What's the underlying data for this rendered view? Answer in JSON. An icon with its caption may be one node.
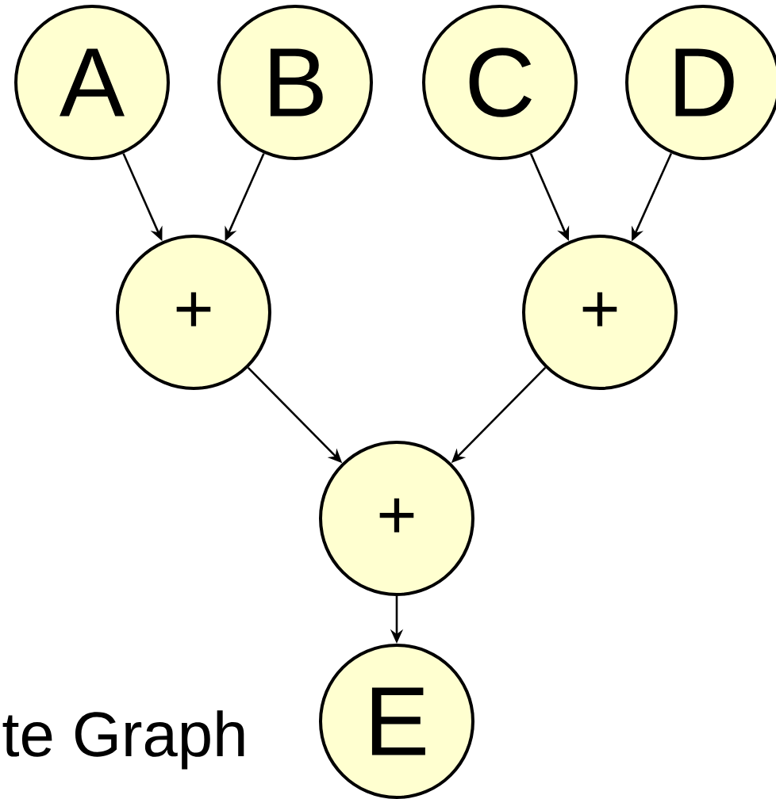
{
  "diagram": {
    "nodes": [
      {
        "text": [
          "A"
        ]
      },
      {
        "text": [
          "B"
        ]
      },
      {
        "text": [
          "C"
        ]
      },
      {
        "text": [
          "D"
        ]
      },
      {
        "text": [
          "+"
        ]
      },
      {
        "text": [
          "+"
        ]
      },
      {
        "text": [
          "+"
        ]
      },
      {
        "text": [
          "E"
        ]
      }
    ],
    "edges": [
      {
        "from": 0,
        "to": 4,
        "arrow": "to"
      },
      {
        "from": 1,
        "to": 4,
        "arrow": "to"
      },
      {
        "from": 2,
        "to": 5,
        "arrow": "to"
      },
      {
        "from": 3,
        "to": 5,
        "arrow": "to"
      },
      {
        "from": 4,
        "to": 6,
        "arrow": "to"
      },
      {
        "from": 5,
        "to": 6,
        "arrow": "to"
      },
      {
        "from": 6,
        "to": 7,
        "arrow": "to"
      }
    ],
    "labels": [
      "te Graph"
    ]
  }
}
